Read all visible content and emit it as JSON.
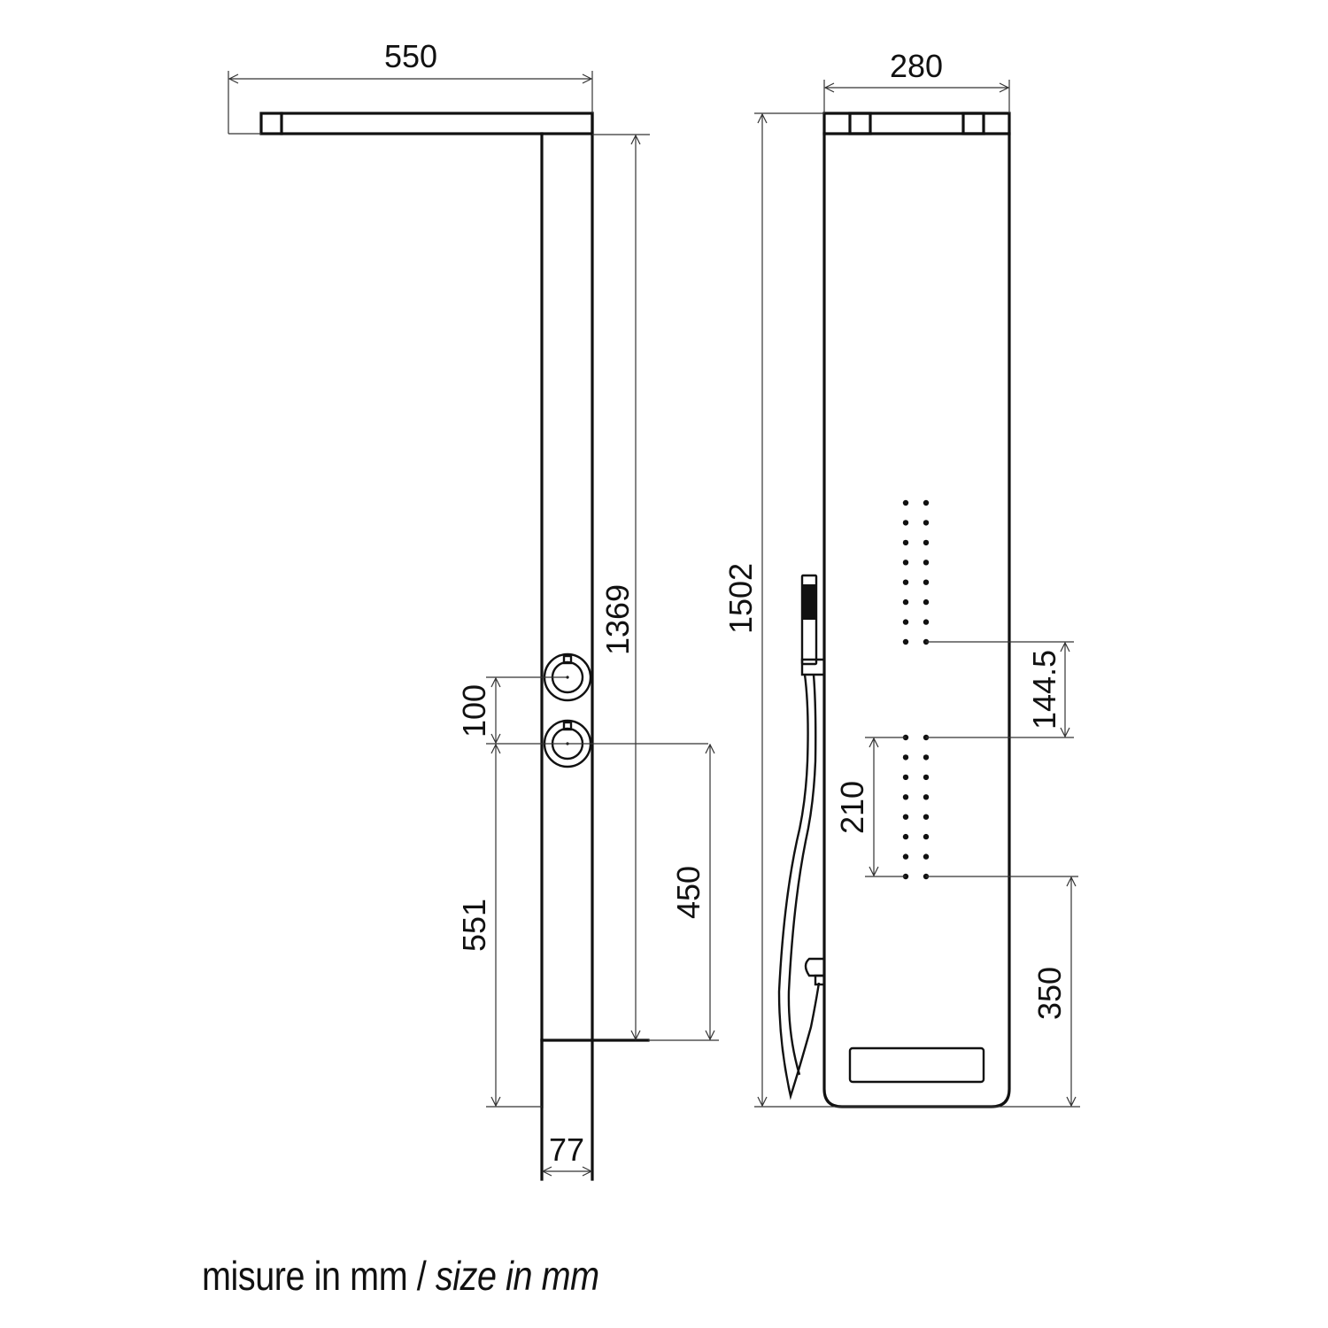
{
  "side_view": {
    "dimensions": {
      "overhead_arm_length": "550",
      "column_height": "1369",
      "valve_spacing": "100",
      "valve_to_floor_mount": "551",
      "lower_valve_to_base": "450",
      "column_depth": "77"
    }
  },
  "front_view": {
    "dimensions": {
      "panel_width": "280",
      "total_height": "1502",
      "upper_jets_to_lower_jets": "144.5",
      "lower_jets_span": "210",
      "lower_jets_to_floor": "350"
    },
    "jets": {
      "upper_group_rows": 8,
      "lower_group_rows": 8,
      "columns": 2
    }
  },
  "caption": {
    "primary": "misure in mm",
    "separator": " / ",
    "secondary": "size in mm"
  },
  "colors": {
    "line": "#111111",
    "background": "#ffffff"
  }
}
